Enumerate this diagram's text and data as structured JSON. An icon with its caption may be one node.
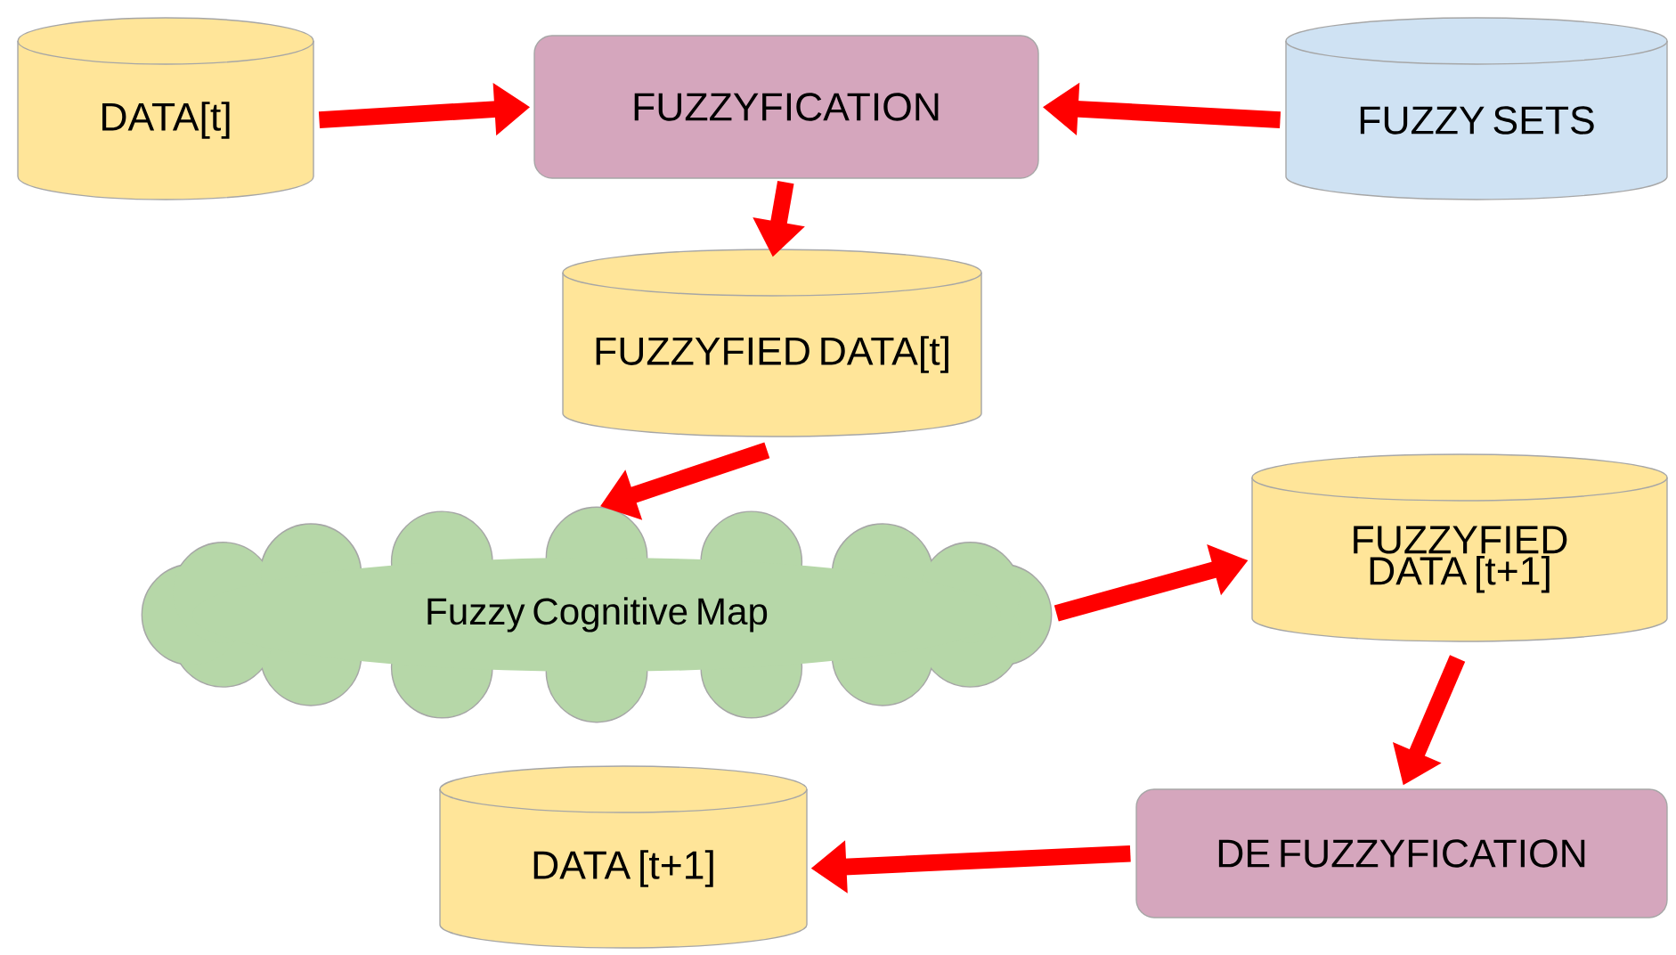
{
  "diagram": {
    "nodes": [
      {
        "text": [
          "DATA[t]"
        ]
      },
      {
        "text": [
          "FUZZYFICATION"
        ]
      },
      {
        "text": [
          "FUZZY SETS"
        ]
      },
      {
        "text": [
          "FUZZYFIED DATA[t]"
        ]
      },
      {
        "text": [
          "Fuzzy Cognitive Map"
        ]
      },
      {
        "text": [
          "FUZZYFIED DATA [t+1]"
        ]
      },
      {
        "text": [
          "DE FUZZYFICATION"
        ]
      },
      {
        "text": [
          "DATA [t+1]"
        ]
      }
    ],
    "edges": [
      {
        "from": 0,
        "to": 1,
        "arrow": "to"
      },
      {
        "from": 2,
        "to": 1,
        "arrow": "to"
      },
      {
        "from": 1,
        "to": 3,
        "arrow": "to"
      },
      {
        "from": 3,
        "to": 4,
        "arrow": "to"
      },
      {
        "from": 4,
        "to": 5,
        "arrow": "to"
      },
      {
        "from": 5,
        "to": 6,
        "arrow": "to"
      },
      {
        "from": 6,
        "to": 7,
        "arrow": "to"
      }
    ]
  }
}
